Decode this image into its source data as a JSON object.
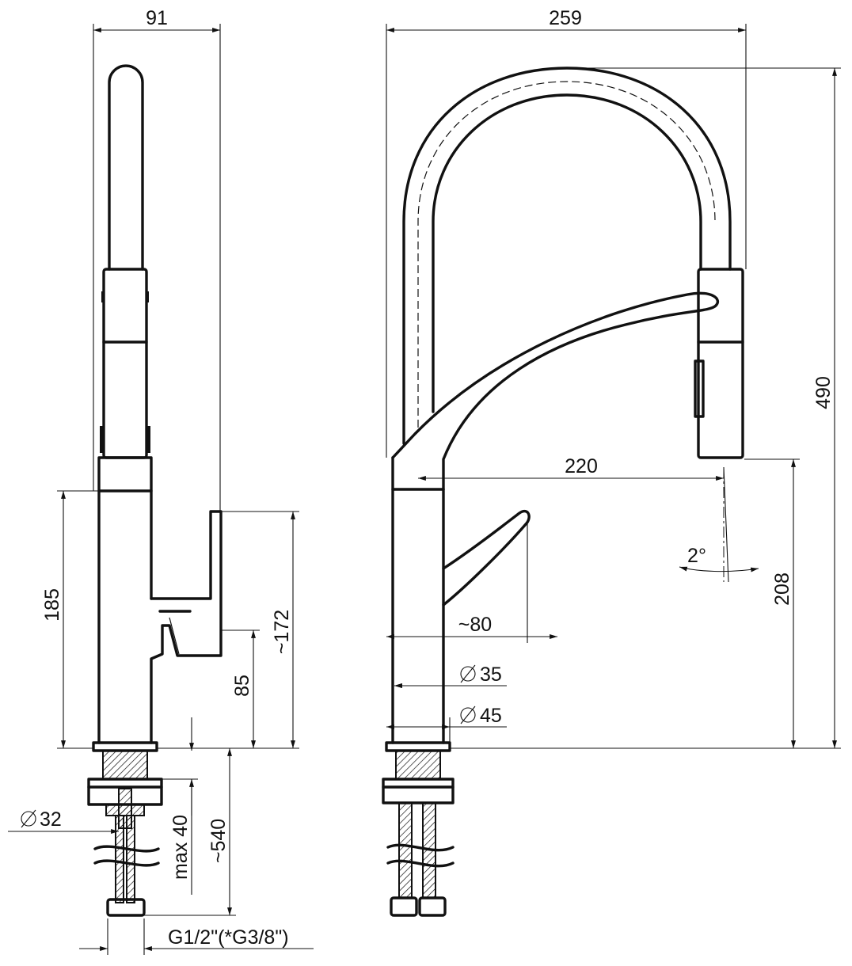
{
  "dimensions": {
    "side_width": "91",
    "front_width": "259",
    "total_height": "490",
    "reach": "220",
    "spout_height": "208",
    "angle": "2°",
    "lever_height": "185",
    "lever_reach": "~172",
    "body_height": "85",
    "lever_offset": "~80",
    "diameter_35": "35",
    "diameter_45": "45",
    "diameter_32": "32",
    "counter_max": "max 40",
    "hose_length": "~540",
    "thread": "G1/2\"(*G3/8\")"
  },
  "symbols": {
    "diameter": "diameter-icon"
  }
}
